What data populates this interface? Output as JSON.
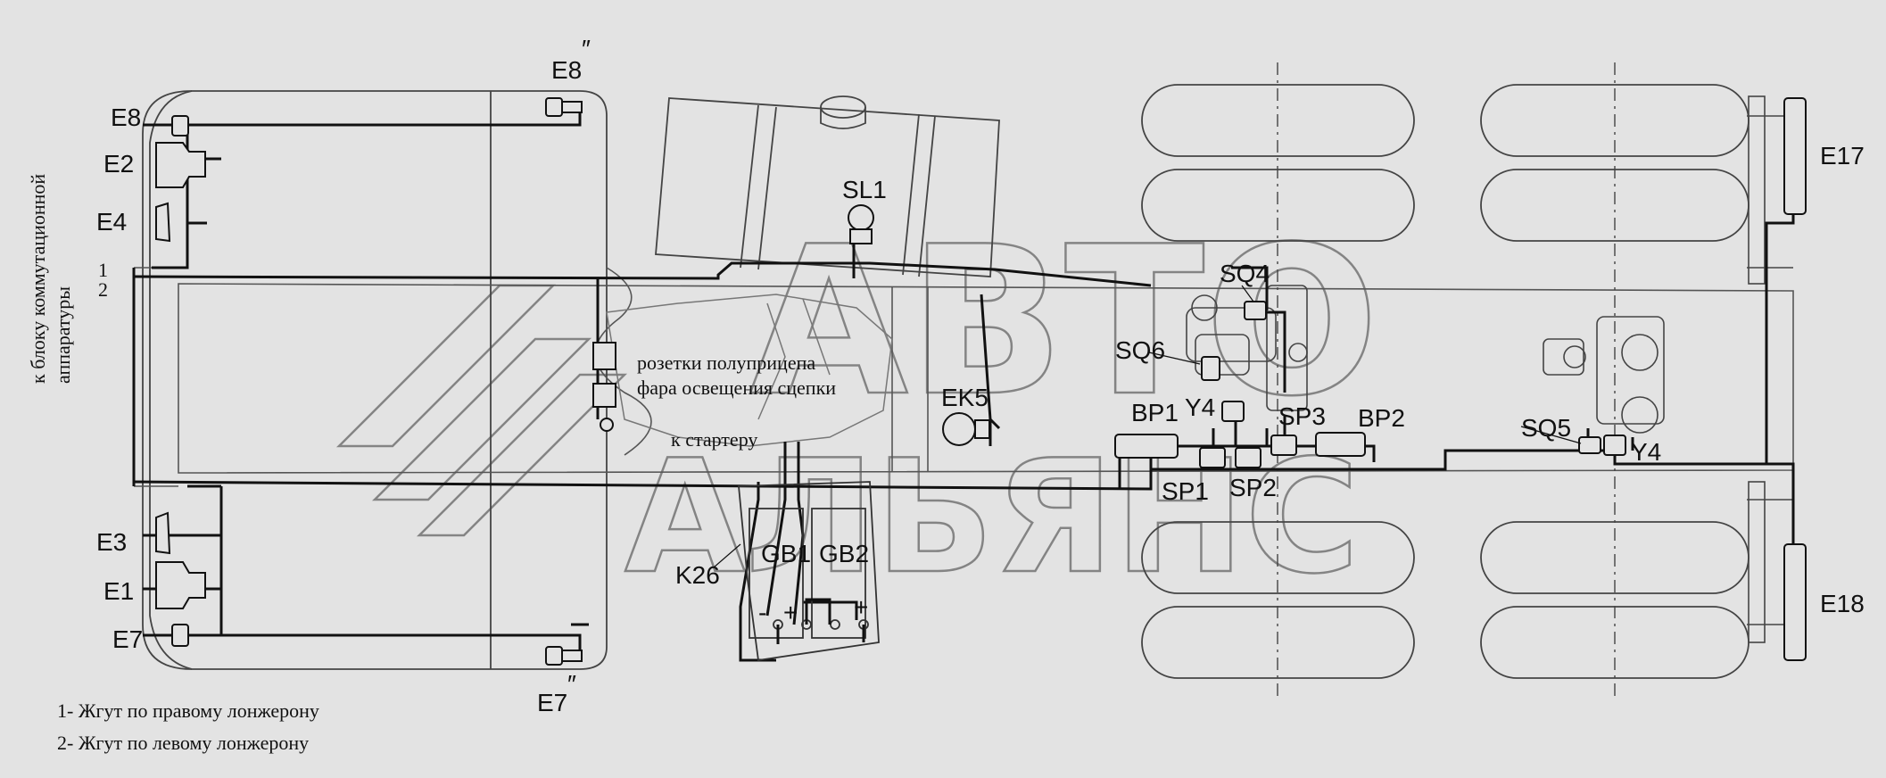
{
  "components": {
    "e8": "E8",
    "e2": "E2",
    "e4": "E4",
    "e3": "E3",
    "e1": "E1",
    "e7": "E7",
    "e8_dbl": "E8",
    "e7_dbl": "E7",
    "e17": "E17",
    "e18": "E18",
    "sl1": "SL1",
    "sq4": "SQ4",
    "sq6": "SQ6",
    "sq5": "SQ5",
    "y4_left": "Y4",
    "y4_right": "Y4",
    "ek5": "EK5",
    "bp1": "BP1",
    "bp2": "BP2",
    "sp1": "SP1",
    "sp2": "SP2",
    "sp3": "SP3",
    "gb1": "GB1",
    "gb2": "GB2",
    "k26": "K26",
    "harness_1": "1",
    "harness_2": "2",
    "minus": "-",
    "plus": "+"
  },
  "captions": {
    "switch_block_line1": "к блоку коммутационной",
    "switch_block_line2": "аппаратуры",
    "trailer_sockets": "розетки полуприцепа",
    "hitch_light": "фара освещения сцепки",
    "to_starter": "к стартеру"
  },
  "legend": [
    "1- Жгут по правому лонжерону",
    "2- Жгут по левому лонжерону"
  ],
  "watermark": {
    "line1": "АВТО",
    "line2": "АЛЬЯНС"
  }
}
